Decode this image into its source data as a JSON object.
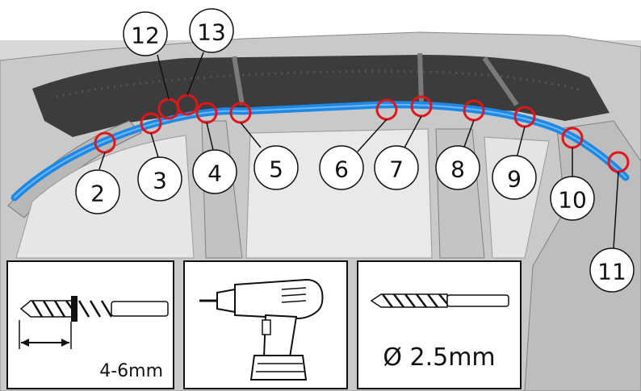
{
  "callouts": [
    "2",
    "3",
    "4",
    "5",
    "6",
    "7",
    "8",
    "9",
    "10",
    "11",
    "12",
    "13"
  ],
  "panels": {
    "depth": {
      "label": "4-6mm"
    },
    "drill": {},
    "bit": {
      "label": "Ø 2.5mm"
    }
  },
  "colors": {
    "trim_strip": "#1e88e5",
    "marker_ring": "#e0161b",
    "headliner": "#3c3c3c",
    "body_structure": "#cfcfcf",
    "outline": "#111111"
  }
}
